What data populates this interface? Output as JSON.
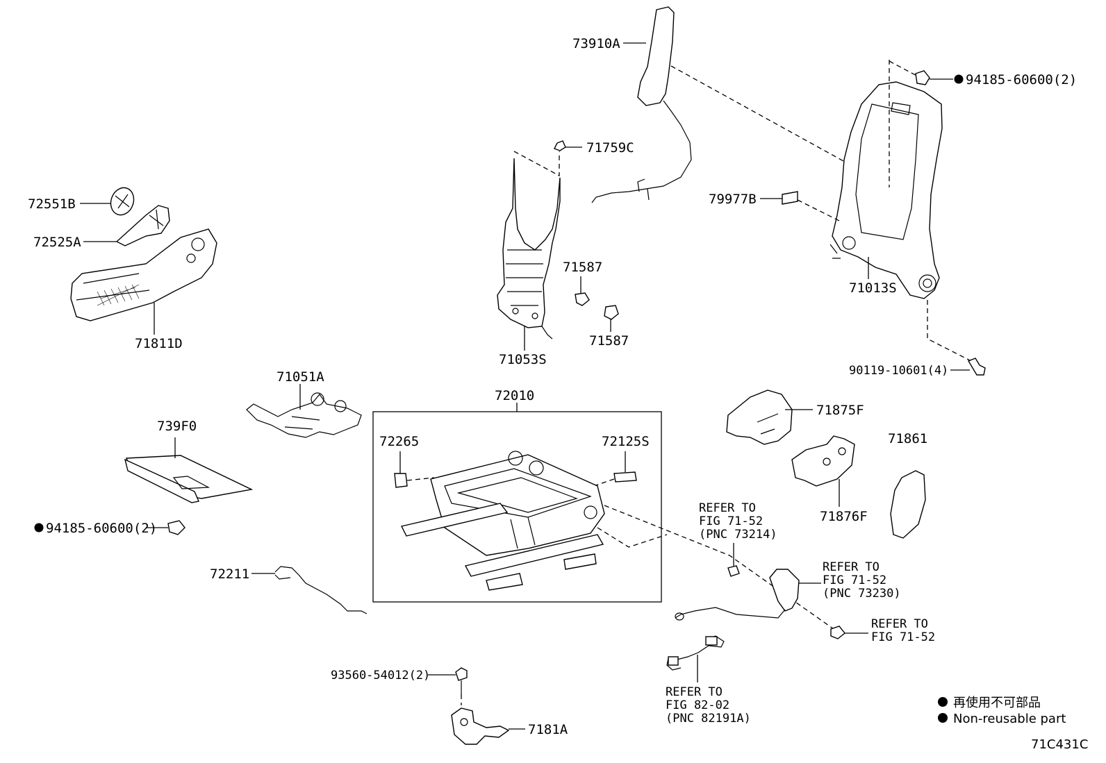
{
  "diagram_id": "71C431C",
  "parts": {
    "p73910A": "73910A",
    "p71759C": "71759C",
    "p94185_top": "94185-60600(2)",
    "p79977B": "79977B",
    "p71013S": "71013S",
    "p90119": "90119-10601(4)",
    "p72551B": "72551B",
    "p72525A": "72525A",
    "p71811D": "71811D",
    "p71587a": "71587",
    "p71587b": "71587",
    "p71053S": "71053S",
    "p71051A": "71051A",
    "p72010": "72010",
    "p739F0": "739F0",
    "p94185_left": "94185-60600(2)",
    "p72265": "72265",
    "p72125S": "72125S",
    "p71875F": "71875F",
    "p71861": "71861",
    "p71876F": "71876F",
    "p72211": "72211",
    "p93560": "93560-54012(2)",
    "p7181A": "7181A"
  },
  "refs": {
    "r1": [
      "REFER TO",
      "FIG 71-52",
      "(PNC 73214)"
    ],
    "r2": [
      "REFER TO",
      "FIG 71-52",
      "(PNC 73230)"
    ],
    "r3": [
      "REFER TO",
      "FIG 71-52"
    ],
    "r4": [
      "REFER TO",
      "FIG 82-02",
      "(PNC 82191A)"
    ]
  },
  "legend": {
    "line1": "再使用不可部品",
    "line2": "Non-reusable part"
  }
}
